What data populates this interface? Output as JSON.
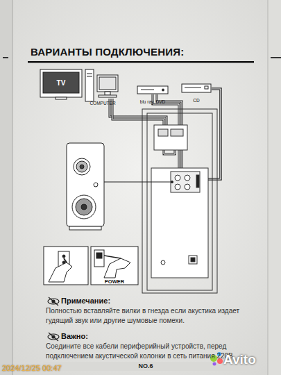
{
  "diagram": {
    "title": "ВАРИАНТЫ ПОДКЛЮЧЕНИЯ:",
    "nodes": [
      {
        "text": [
          "TV"
        ]
      },
      {
        "text": [
          "COMPUTER"
        ]
      },
      {
        "text": [
          "blu ray, DVD"
        ]
      },
      {
        "text": [
          "CD"
        ]
      },
      {
        "text": [
          "POWER"
        ]
      }
    ],
    "labels": [
      "Примечание:",
      "Полностью вставляйте вилки в гнезда если акустика издает гудящий звук или другие шумовые помехи.",
      "Важно:",
      "Соедините все кабели периферийный устройств, перед подключением акустической колонки в сеть питания 220В",
      "NO.6",
      "2024/12/25 00:47",
      "Avito"
    ]
  }
}
